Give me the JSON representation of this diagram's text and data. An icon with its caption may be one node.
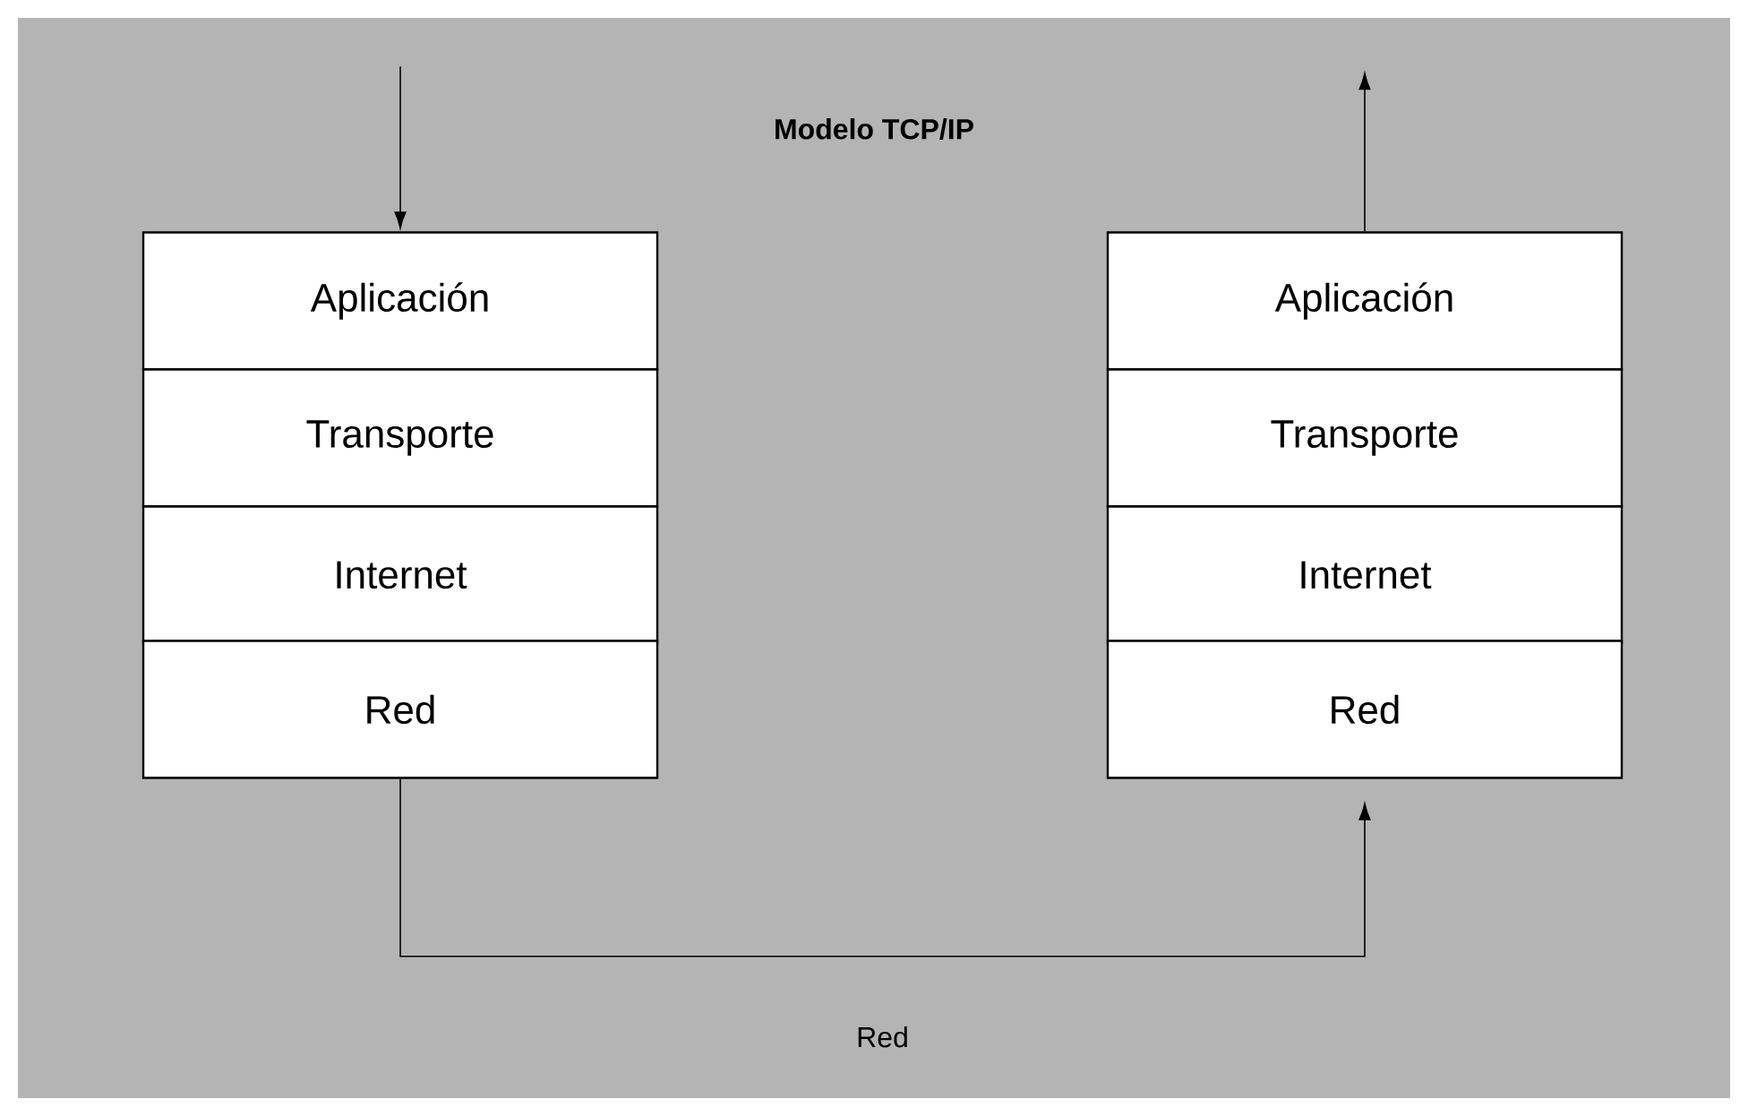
{
  "diagram": {
    "title": "Modelo TCP/IP",
    "nodes": [
      {
        "text": [
          "Aplicación"
        ]
      },
      {
        "text": [
          "Transporte"
        ]
      },
      {
        "text": [
          "Internet"
        ]
      },
      {
        "text": [
          "Red"
        ]
      },
      {
        "text": [
          "Aplicación"
        ]
      },
      {
        "text": [
          "Transporte"
        ]
      },
      {
        "text": [
          "Internet"
        ]
      },
      {
        "text": [
          "Red"
        ]
      }
    ],
    "edges": [
      {
        "from": null,
        "to": 0,
        "arrow": "to"
      },
      {
        "from": 4,
        "to": null,
        "arrow": "to"
      },
      {
        "from": 3,
        "to": 7,
        "arrow": "to",
        "label": "Red"
      }
    ]
  }
}
